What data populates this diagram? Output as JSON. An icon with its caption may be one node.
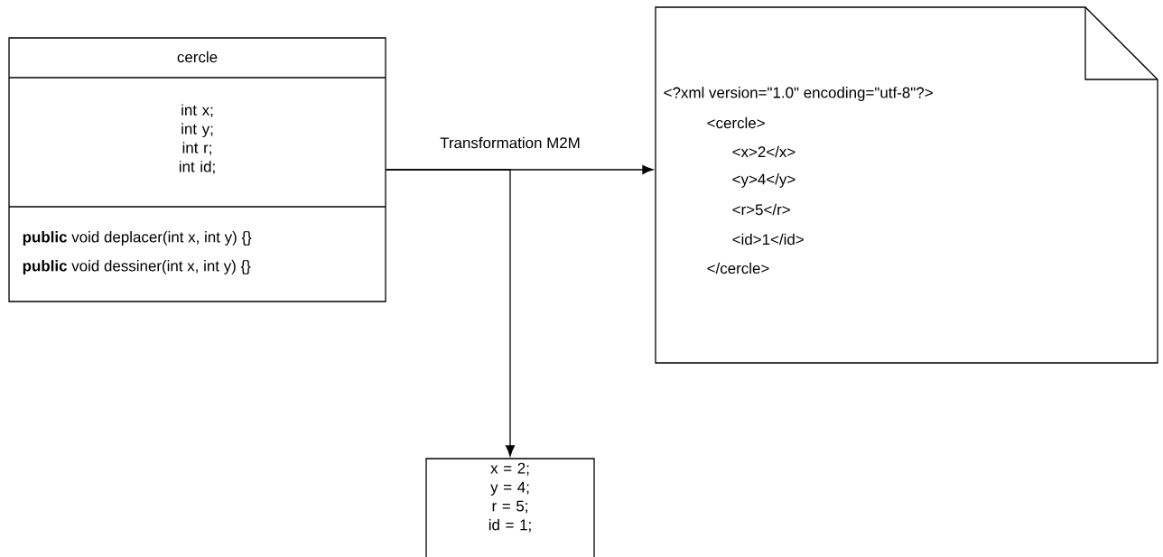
{
  "diagram": {
    "nodes": [
      {
        "text": [
          "cercle",
          "int x; int y; int r; int id;",
          "**public** void deplacer(int x, int y) {}",
          "**public** void dessiner(int x, int y) {}"
        ]
      },
      {
        "text": [
          "<?xml version=\"1.0\" encoding=\"utf-8\"?>",
          "<cercle>",
          "<x>2</x>",
          "<y>4</y>",
          "<r>5</r>",
          "<id>1</id>",
          "</cercle>"
        ]
      },
      {
        "text": [
          "x = 2; y = 4; r = 5; id = 1;"
        ]
      }
    ],
    "edges": [
      {
        "from": 0,
        "to": 1,
        "arrow": "to",
        "label": "Transformation M2M"
      },
      {
        "from": 0,
        "to": 2,
        "arrow": "to"
      }
    ]
  }
}
